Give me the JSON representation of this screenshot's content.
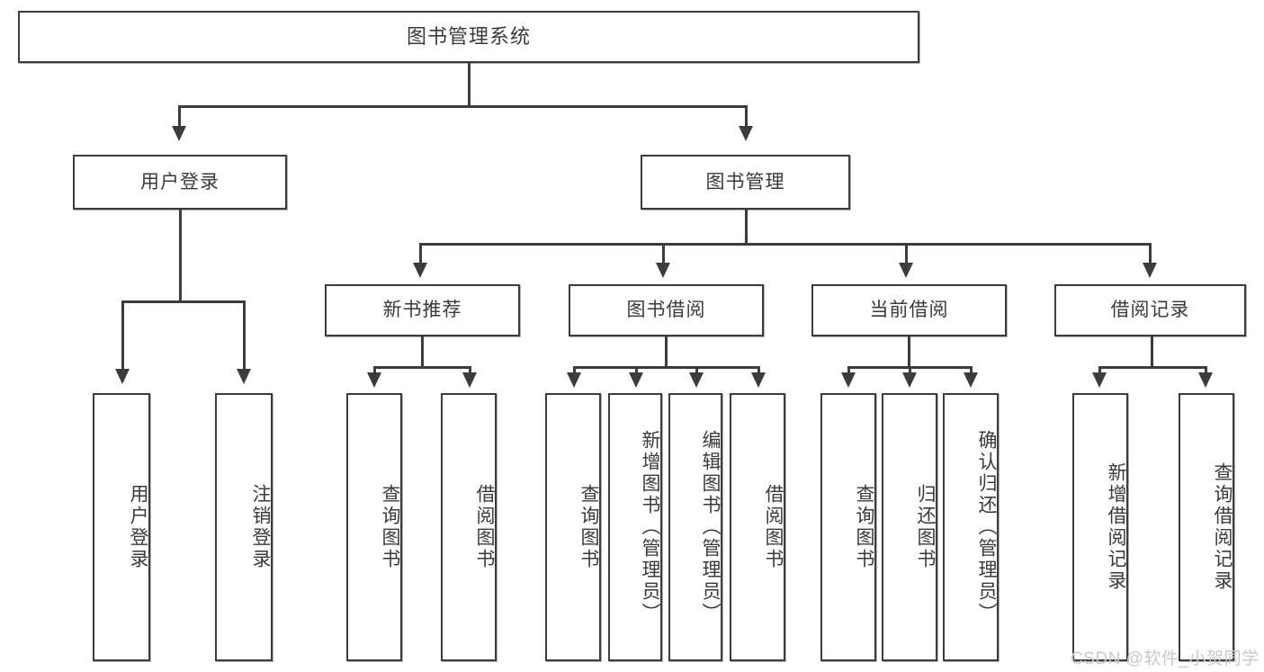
{
  "diagram": {
    "title": "图书管理系统",
    "type": "functional-structure-tree",
    "watermark": "CSDN @软件_小贺同学",
    "colors": {
      "box_border": "#3c3c3c",
      "connector": "#3c3c3c",
      "text": "#3a3a3a",
      "background": "#ffffff",
      "watermark": "#c9c9c9"
    },
    "nodes": {
      "root": {
        "label": "图书管理系统"
      },
      "level2": [
        {
          "label": "用户登录"
        },
        {
          "label": "图书管理"
        }
      ],
      "level3": [
        {
          "label": "新书推荐"
        },
        {
          "label": "图书借阅"
        },
        {
          "label": "当前借阅"
        },
        {
          "label": "借阅记录"
        }
      ],
      "leaves": {
        "user_login": [
          {
            "label": "用户登录"
          },
          {
            "label": "注销登录"
          }
        ],
        "new_book_recommend": [
          {
            "label": "查询图书"
          },
          {
            "label": "借阅图书"
          }
        ],
        "book_borrow": [
          {
            "label": "查询图书"
          },
          {
            "label": "新增图书（管理员）"
          },
          {
            "label": "编辑图书（管理员）"
          },
          {
            "label": "借阅图书"
          }
        ],
        "current_borrow": [
          {
            "label": "查询图书"
          },
          {
            "label": "归还图书"
          },
          {
            "label": "确认归还（管理员）"
          }
        ],
        "borrow_record": [
          {
            "label": "新增借阅记录"
          },
          {
            "label": "查询借阅记录"
          }
        ]
      }
    }
  }
}
